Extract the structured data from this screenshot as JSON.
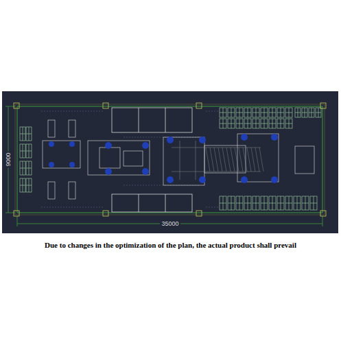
{
  "diagram": {
    "caption": "Due to changes in the optimization of the plan, the actual product shall prevail",
    "labels": [
      "9000",
      "35000"
    ]
  }
}
